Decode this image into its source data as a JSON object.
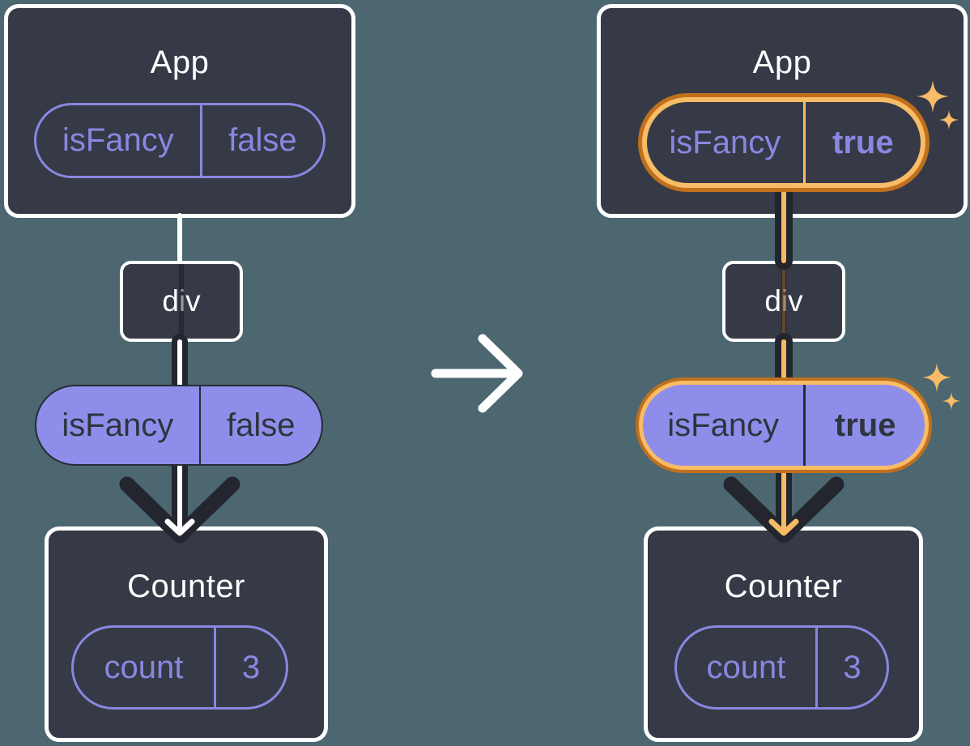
{
  "diagram": {
    "before": {
      "app_title": "App",
      "app_state": {
        "key": "isFancy",
        "value": "false"
      },
      "div_label": "div",
      "prop": {
        "key": "isFancy",
        "value": "false"
      },
      "counter_title": "Counter",
      "counter_state": {
        "key": "count",
        "value": "3"
      }
    },
    "after": {
      "app_title": "App",
      "app_state": {
        "key": "isFancy",
        "value": "true"
      },
      "div_label": "div",
      "prop": {
        "key": "isFancy",
        "value": "true"
      },
      "counter_title": "Counter",
      "counter_state": {
        "key": "count",
        "value": "3"
      }
    },
    "colors": {
      "background": "#4d6771",
      "card": "#353a46",
      "card_border": "#ffffff",
      "purple_outline": "#8a87e2",
      "pill_fill": "#8e8eea",
      "dark_text": "#2f343e",
      "flow_line_dark": "#23262e",
      "flow_core_before": "#ffffff",
      "flow_core_after": "#f8bb63",
      "highlight_ring_outer": "#c0701d",
      "highlight_ring_inner": "#f9bc66",
      "transition_arrow": "#ffffff",
      "sparkle": "#f9bc66"
    },
    "icons": {
      "transition_arrow": "right-arrow",
      "sparkles": "four-point-star"
    }
  }
}
